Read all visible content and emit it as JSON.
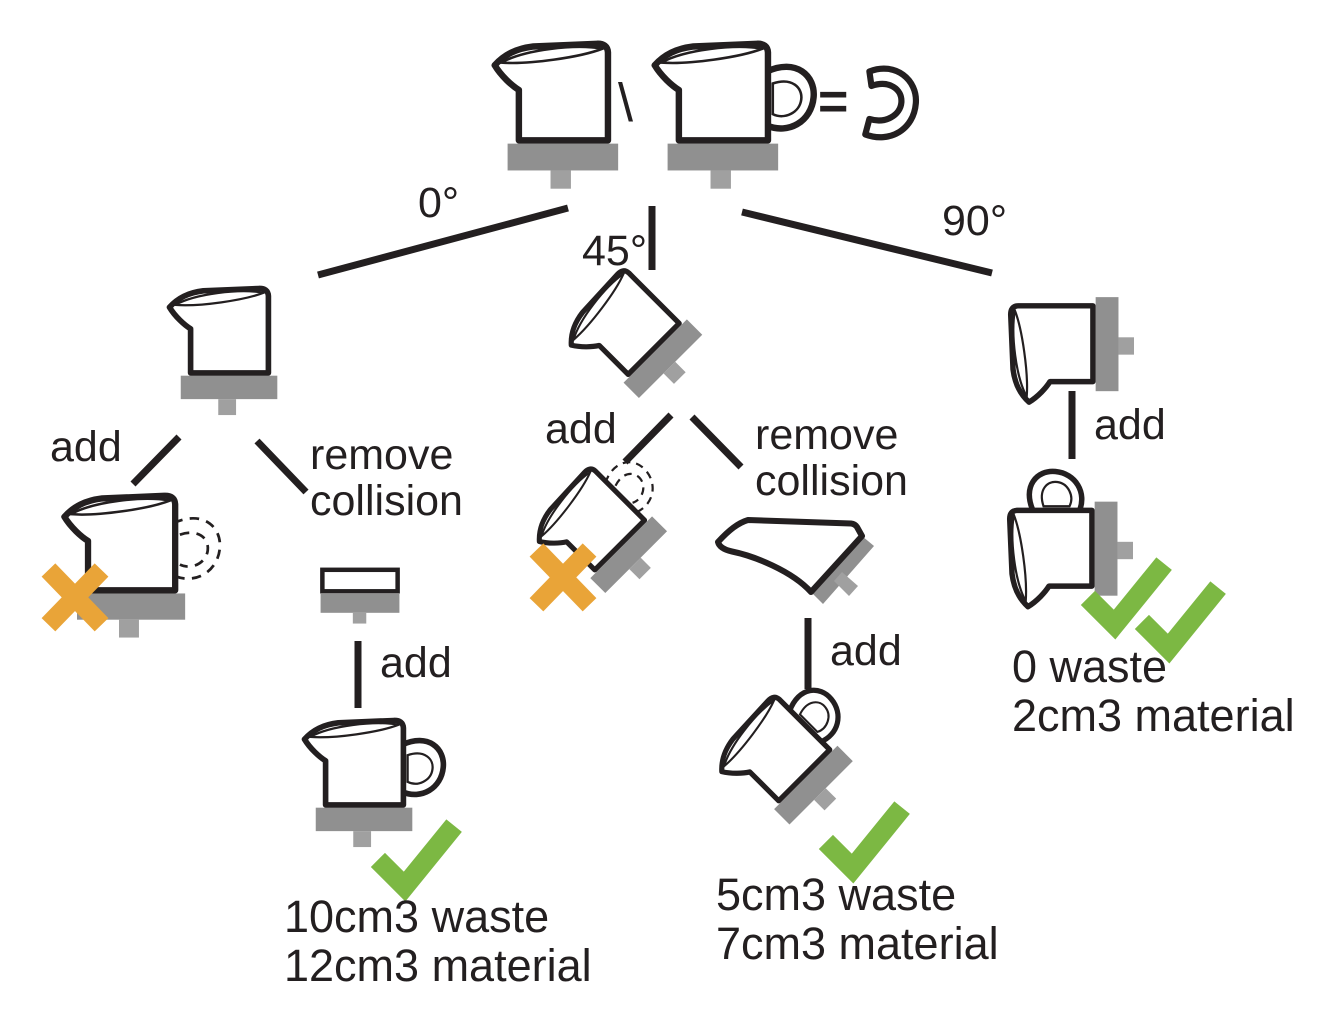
{
  "equation": {
    "operator": "\\",
    "equals": "="
  },
  "branches": [
    {
      "angle": "0°",
      "fail_edge": "add",
      "remove_edge_line1": "remove",
      "remove_edge_line2": "collision",
      "add_edge": "add",
      "result_line1": "10cm3 waste",
      "result_line2": "12cm3 material"
    },
    {
      "angle": "45°",
      "fail_edge": "add",
      "remove_edge_line1": "remove",
      "remove_edge_line2": "collision",
      "add_edge": "add",
      "result_line1": "5cm3 waste",
      "result_line2": "7cm3 material"
    },
    {
      "angle": "90°",
      "add_edge": "add",
      "result_line1": "0 waste",
      "result_line2": "2cm3 material"
    }
  ],
  "colors": {
    "ink": "#231F20",
    "cross_orange": "#E9A438",
    "check_green": "#7CB843",
    "base_gray": "#909090",
    "base_tab_gray": "#A0A0A0"
  }
}
